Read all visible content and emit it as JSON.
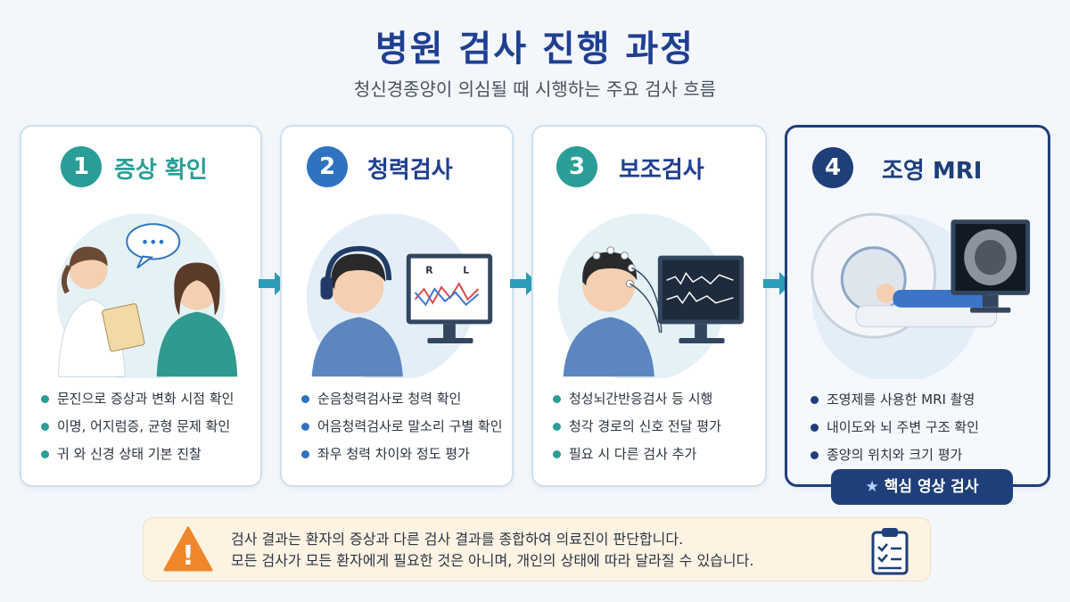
{
  "header": {
    "title": "병원 검사 진행 과정",
    "subtitle": "청신경종양이 의심될 때 시행하는 주요 검사 흐름"
  },
  "steps": [
    {
      "number": "1",
      "title": "증상 확인",
      "color": "#2a9d96",
      "bubble_text": "•••",
      "bullets": [
        "문진으로 증상과 변화 시점 확인",
        "이명, 어지럼증, 균형 문제 확인",
        "귀 와 신경 상태 기본 진찰"
      ]
    },
    {
      "number": "2",
      "title": "청력검사",
      "color": "#2f73c0",
      "monitor_labels": [
        "R",
        "L"
      ],
      "bullets": [
        "순음청력검사로 청력 확인",
        "어음청력검사로 말소리 구별 확인",
        "좌우 청력 차이와 정도 평가"
      ]
    },
    {
      "number": "3",
      "title": "보조검사",
      "color": "#2a9d96",
      "bullets": [
        "청성뇌간반응검사 등 시행",
        "청각 경로의 신호 전달 평가",
        "필요 시 다른 검사 추가"
      ]
    },
    {
      "number": "4",
      "title": "조영 MRI",
      "color": "#1f3f7a",
      "bullets": [
        "조영제를 사용한 MRI 촬영",
        "내이도와 뇌 주변 구조 확인",
        "종양의 위치와 크기 평가"
      ]
    }
  ],
  "badge": {
    "star": "★",
    "label": "핵심 영상 검사"
  },
  "notice": {
    "line1": "검사 결과는 환자의 증상과 다른 검사 결과를 종합하여 의료진이 판단합니다.",
    "line2": "모든 검사가 모든 환자에게 필요한 것은 아니며, 개인의 상태에 따라 달라질 수 있습니다.",
    "warn_symbol": "!"
  },
  "colors": {
    "accent_title": "#1f3f92",
    "arrow": "#2a9db8",
    "warning": "#f0862a"
  }
}
